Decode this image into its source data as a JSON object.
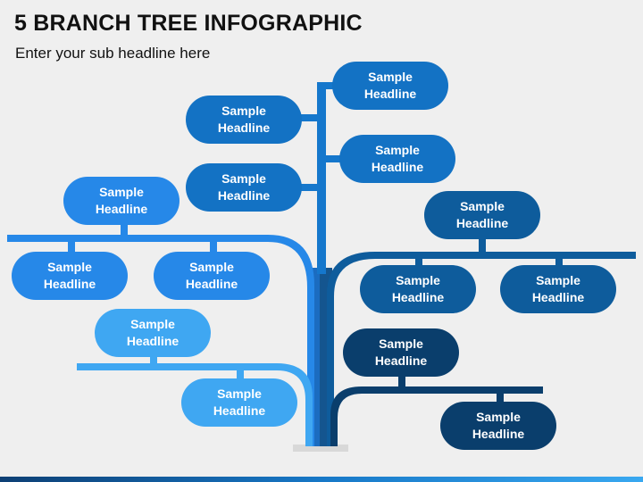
{
  "header": {
    "title": "5 BRANCH TREE INFOGRAPHIC",
    "subtitle": "Enter your sub headline here"
  },
  "colors": {
    "level_top": "#1372c4",
    "level_left_1": "#2688e8",
    "level_left_2": "#3fa7f2",
    "level_right_1": "#0e5c9c",
    "level_right_2": "#0a3e6c",
    "trunk": "#1b6cc0"
  },
  "nodes": [
    {
      "id": "top-1",
      "line1": "Sample",
      "line2": "Headline"
    },
    {
      "id": "top-2",
      "line1": "Sample",
      "line2": "Headline"
    },
    {
      "id": "top-3",
      "line1": "Sample",
      "line2": "Headline"
    },
    {
      "id": "top-4",
      "line1": "Sample",
      "line2": "Headline"
    },
    {
      "id": "left1-parent",
      "line1": "Sample",
      "line2": "Headline"
    },
    {
      "id": "left1-child-a",
      "line1": "Sample",
      "line2": "Headline"
    },
    {
      "id": "left1-child-b",
      "line1": "Sample",
      "line2": "Headline"
    },
    {
      "id": "left2-parent",
      "line1": "Sample",
      "line2": "Headline"
    },
    {
      "id": "left2-child",
      "line1": "Sample",
      "line2": "Headline"
    },
    {
      "id": "right1-parent",
      "line1": "Sample",
      "line2": "Headline"
    },
    {
      "id": "right1-child-a",
      "line1": "Sample",
      "line2": "Headline"
    },
    {
      "id": "right1-child-b",
      "line1": "Sample",
      "line2": "Headline"
    },
    {
      "id": "right2-parent",
      "line1": "Sample",
      "line2": "Headline"
    },
    {
      "id": "right2-child",
      "line1": "Sample",
      "line2": "Headline"
    }
  ]
}
